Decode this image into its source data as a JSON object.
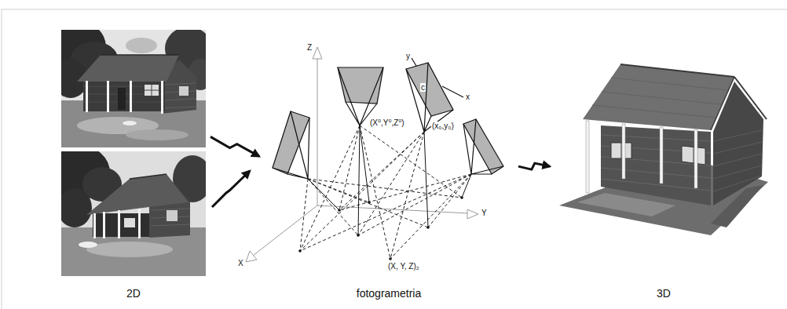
{
  "diagram": {
    "nodes": [
      {
        "text": [
          "2D"
        ]
      },
      {
        "text": [
          "fotogrametria"
        ]
      },
      {
        "text": [
          "3D"
        ]
      }
    ],
    "edges": [
      {
        "from": 0,
        "to": 1,
        "arrow": "to"
      },
      {
        "from": 1,
        "to": 2,
        "arrow": "to"
      }
    ],
    "labels": [
      "Z",
      "y",
      "x",
      "c",
      "(X⁰,Y⁰,Z⁰)",
      "(x₀,y₀)",
      "Y",
      "X",
      "(X, Y, Z)₂"
    ]
  }
}
